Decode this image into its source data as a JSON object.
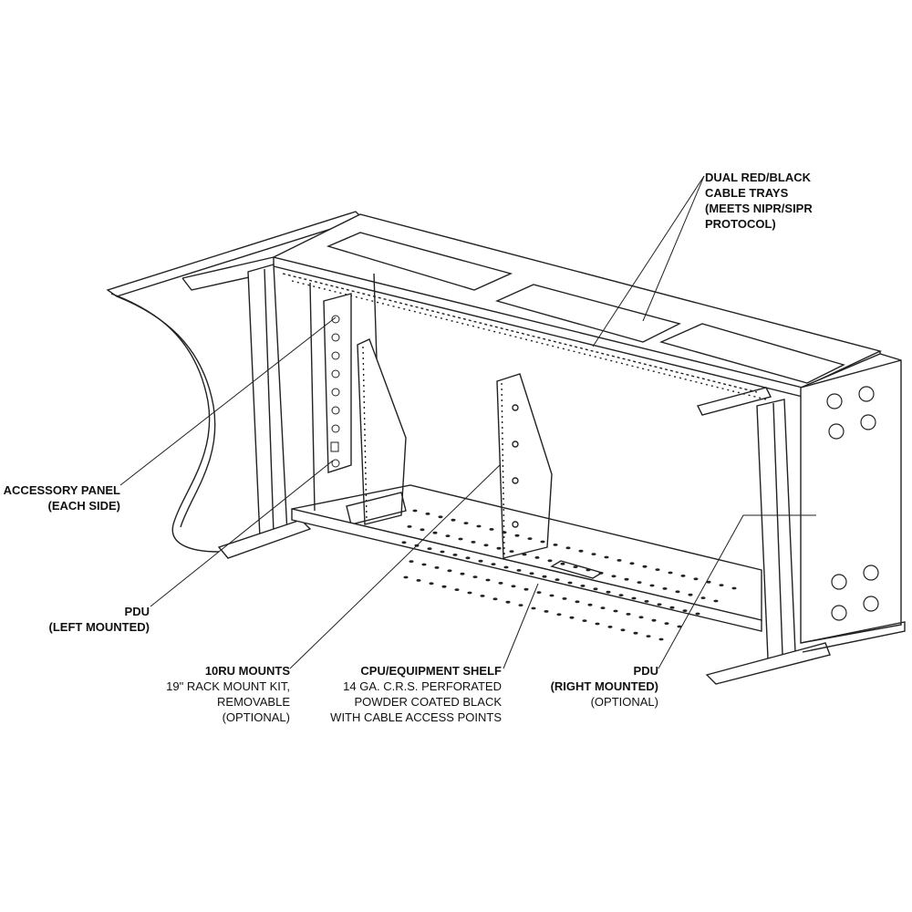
{
  "labels": {
    "cable_trays": [
      "DUAL RED/BLACK",
      "CABLE TRAYS",
      "(MEETS NIPR/SIPR",
      "PROTOCOL)"
    ],
    "accessory_panel": [
      "ACCESSORY PANEL",
      "(EACH SIDE)"
    ],
    "pdu_left": [
      "PDU",
      "(LEFT MOUNTED)"
    ],
    "rack_mounts": [
      "10RU MOUNTS",
      "19\" RACK MOUNT KIT,",
      "REMOVABLE",
      "(OPTIONAL)"
    ],
    "shelf": [
      "CPU/EQUIPMENT SHELF",
      "14 GA. C.R.S. PERFORATED",
      "POWDER COATED BLACK",
      "WITH CABLE ACCESS POINTS"
    ],
    "pdu_right": [
      "PDU",
      "(RIGHT MOUNTED)",
      "(OPTIONAL)"
    ]
  }
}
